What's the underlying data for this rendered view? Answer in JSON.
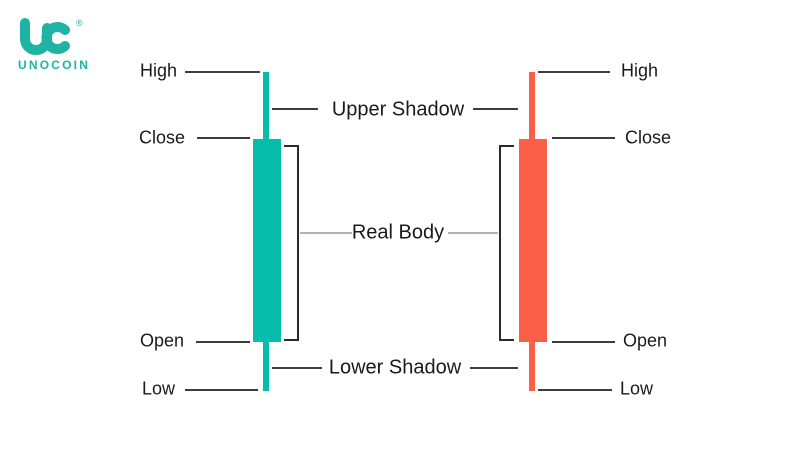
{
  "logo": {
    "brand": "UNOCOIN",
    "registered_mark": "®"
  },
  "colors": {
    "bullish_candle": "#06bdac",
    "bearish_candle": "#fb5f48",
    "logo_teal": "#1fb3a4",
    "connector_line": "#3d3d3d",
    "real_body_line": "#b3b3b3",
    "text": "#1a1a1a"
  },
  "left_candle": {
    "type": "bullish",
    "labels": {
      "high": "High",
      "close": "Close",
      "open": "Open",
      "low": "Low"
    }
  },
  "right_candle": {
    "type": "bearish",
    "labels": {
      "high": "High",
      "close": "Close",
      "open": "Open",
      "low": "Low"
    }
  },
  "annotations": {
    "upper_shadow": "Upper Shadow",
    "real_body": "Real Body",
    "lower_shadow": "Lower Shadow"
  }
}
